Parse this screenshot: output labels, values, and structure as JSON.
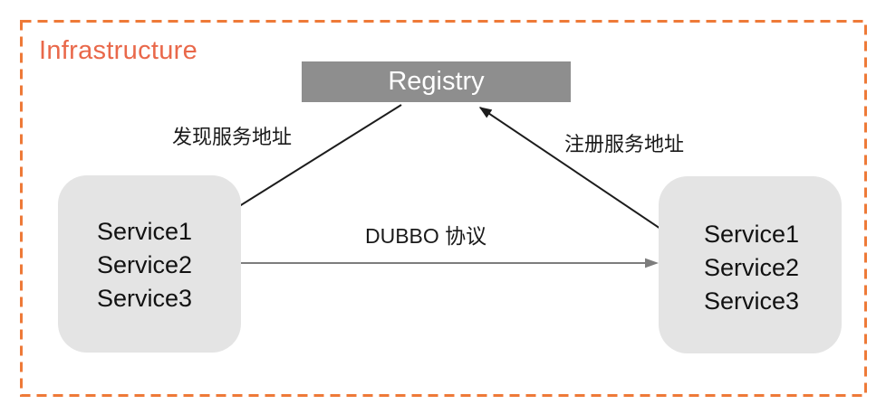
{
  "diagram": {
    "title": "Infrastructure",
    "registry": {
      "label": "Registry"
    },
    "consumer": {
      "services": [
        "Service1",
        "Service2",
        "Service3"
      ]
    },
    "provider": {
      "services": [
        "Service1",
        "Service2",
        "Service3"
      ]
    },
    "edges": {
      "discover_label": "发现服务地址",
      "register_label": "注册服务地址",
      "protocol_label": "DUBBO 协议"
    },
    "colors": {
      "boundary_orange": "#ee7a38",
      "title_orange": "#e9684a",
      "registry_gray": "#8e8e8e",
      "service_box_gray": "#e4e4e4",
      "arrow_black": "#1c1c1c",
      "arrow_gray": "#7d7d7d"
    }
  }
}
